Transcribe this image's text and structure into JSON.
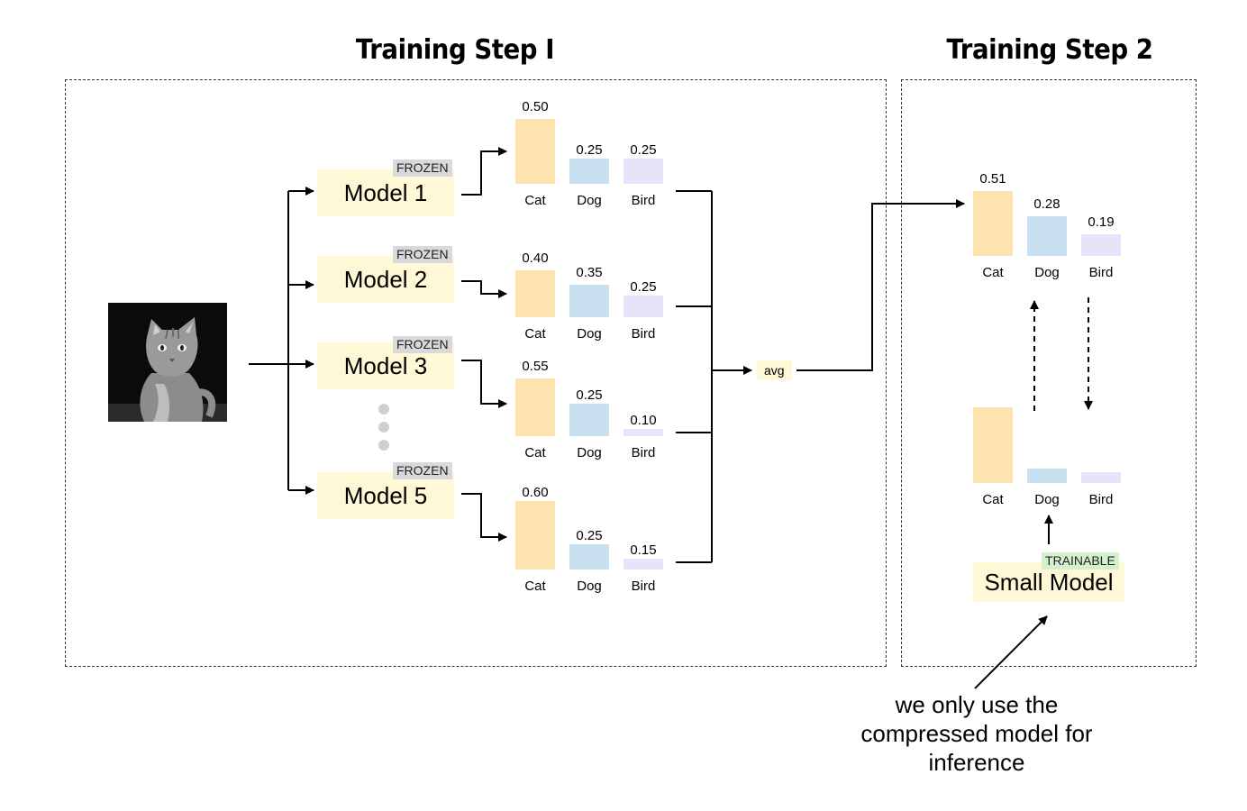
{
  "titles": {
    "step1": "Training Step I",
    "step2": "Training Step 2"
  },
  "models": [
    {
      "name": "Model 1",
      "tag": "FROZEN"
    },
    {
      "name": "Model 2",
      "tag": "FROZEN"
    },
    {
      "name": "Model 3",
      "tag": "FROZEN"
    },
    {
      "name": "Model 5",
      "tag": "FROZEN"
    }
  ],
  "teacher_outputs": [
    {
      "values": [
        "0.50",
        "0.25",
        "0.25"
      ]
    },
    {
      "values": [
        "0.40",
        "0.35",
        "0.25"
      ]
    },
    {
      "values": [
        "0.55",
        "0.25",
        "0.10"
      ]
    },
    {
      "values": [
        "0.60",
        "0.25",
        "0.15"
      ]
    }
  ],
  "categories": [
    "Cat",
    "Dog",
    "Bird"
  ],
  "avg_label": "avg",
  "averaged_output": {
    "values": [
      "0.51",
      "0.28",
      "0.19"
    ]
  },
  "student": {
    "name": "Small Model",
    "tag": "TRAINABLE",
    "output_fractions": [
      0.51,
      0.1,
      0.08
    ]
  },
  "caption": [
    "we only use the",
    "compressed model for",
    "inference"
  ],
  "colors": {
    "cat": "#fde3b0",
    "dog": "#c8dff0",
    "bird": "#e6e4fb",
    "model_fill": "#fff8d6",
    "frozen_tag": "#d9d9d9",
    "trainable_tag": "#d4f0cd"
  },
  "icons": {
    "image": "cat-photo-icon",
    "ellipsis": "vertical-dots-icon"
  }
}
